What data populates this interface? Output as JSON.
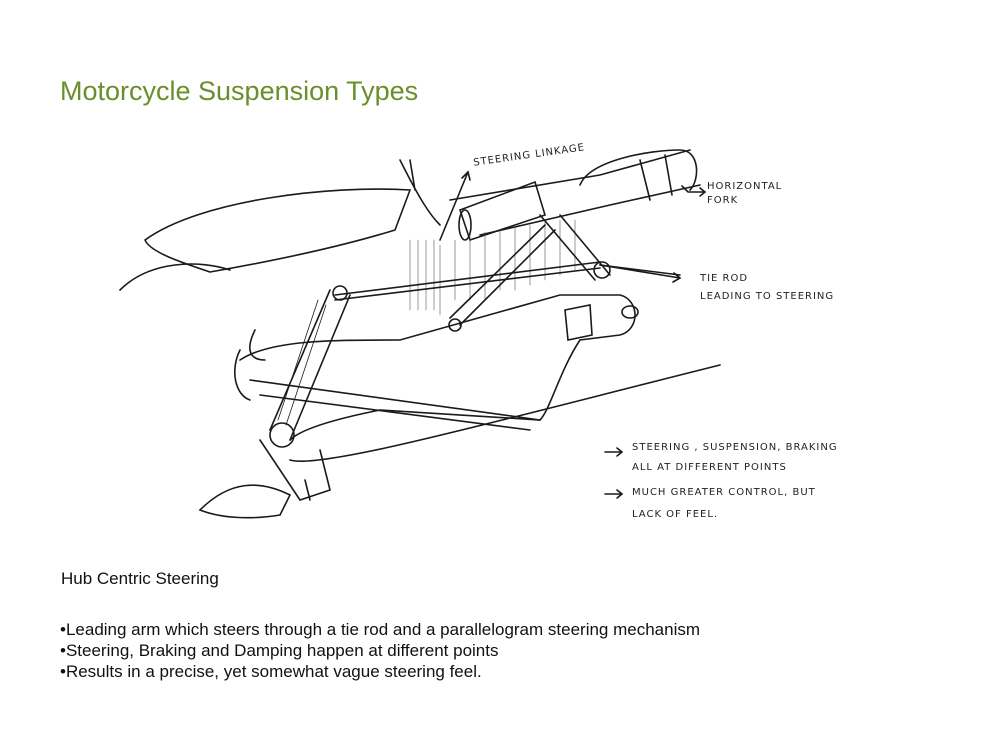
{
  "title": "Motorcycle Suspension Types",
  "sketch": {
    "labels": {
      "steering_linkage": "Steering linkage",
      "horizontal_fork_1": "Horizontal",
      "horizontal_fork_2": "fork",
      "tie_rod_1": "Tie rod",
      "tie_rod_2": "leading to steering"
    },
    "notes": [
      {
        "line1": "Steering , suspension, braking",
        "line2": "all at different points"
      },
      {
        "line1": "Much greater control, but",
        "line2": "lack of feel."
      }
    ],
    "stroke_color": "#1a1a1a"
  },
  "subtitle": "Hub Centric Steering",
  "bullets": [
    "•Leading arm which steers through a tie rod and a parallelogram steering mechanism",
    "•Steering, Braking and Damping happen at different points",
    "•Results in a precise, yet somewhat vague steering feel."
  ]
}
